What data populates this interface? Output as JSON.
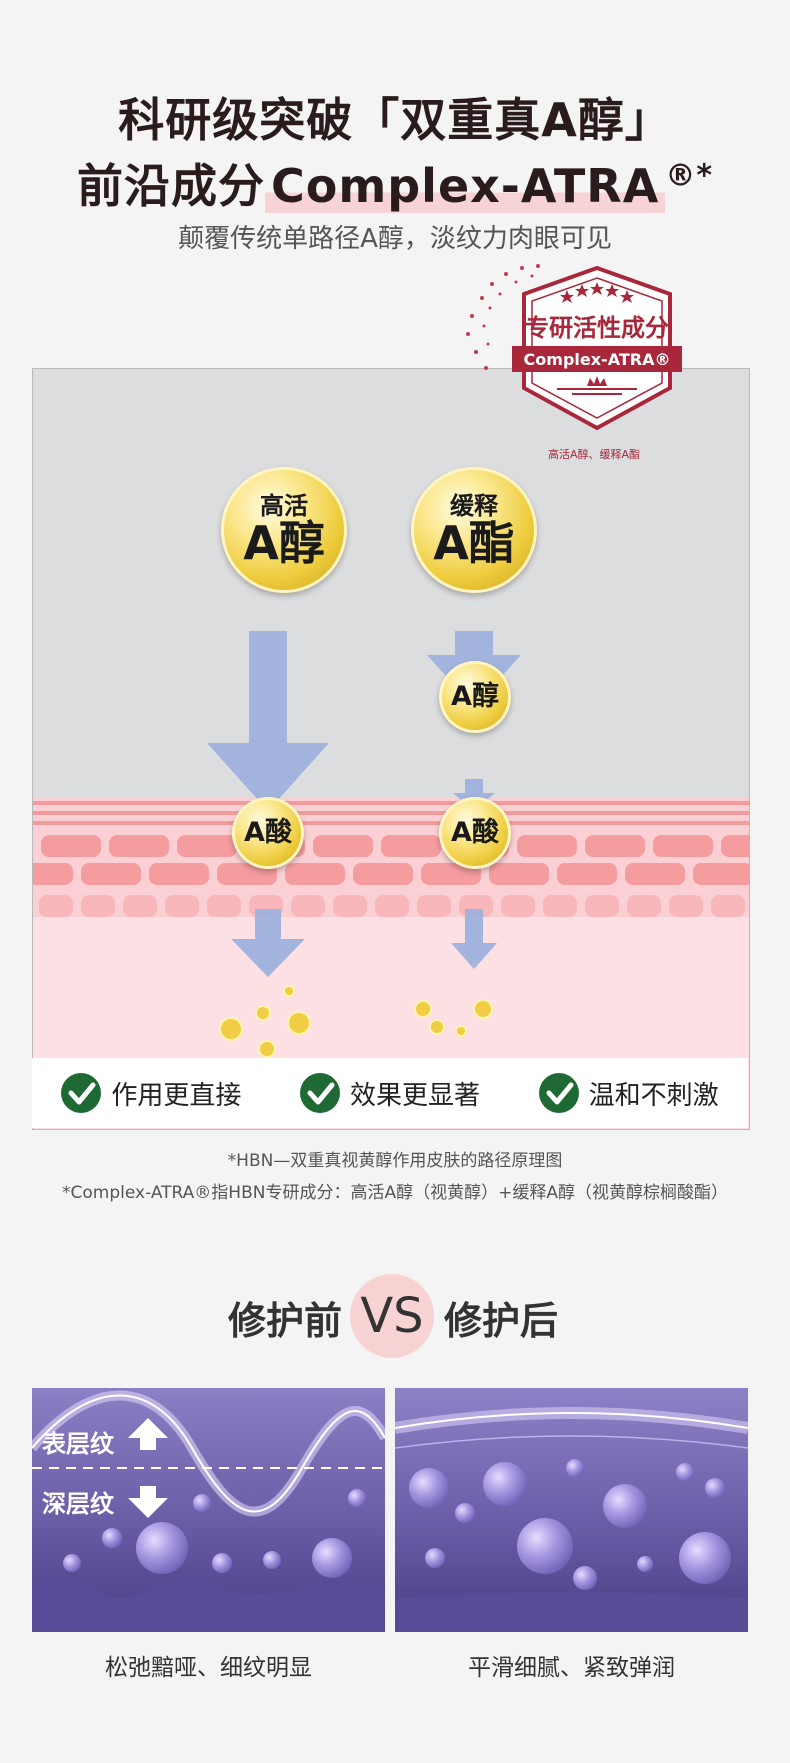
{
  "header": {
    "title_line1": "科研级突破「双重真A醇」",
    "title_line2_prefix": "前沿成分",
    "title_line2_highlight": "Complex-ATRA",
    "title_line2_suffix": "®*",
    "subtitle": "颠覆传统单路径A醇，淡纹力肉眼可见"
  },
  "badge": {
    "title": "专研活性成分",
    "ribbon": "Complex-ATRA®",
    "caption": "高活A醇、缓释A酯",
    "color": "#a9273a"
  },
  "diagram": {
    "coin_left_small": "高活",
    "coin_left_big": "A醇",
    "coin_right_small": "缓释",
    "coin_right_big": "A酯",
    "coin_mid": "A醇",
    "coin_acid_left": "A酸",
    "coin_acid_right": "A酸",
    "arrow_color": "#9eb1dd",
    "skin_color": "#f6a2a2"
  },
  "features": [
    {
      "label": "作用更直接"
    },
    {
      "label": "效果更显著"
    },
    {
      "label": "温和不刺激"
    }
  ],
  "notes": {
    "line1": "*HBN—双重真视黄醇作用皮肤的路径原理图",
    "line2": "*Complex-ATRA®指HBN专研成分：高活A醇（视黄醇）+缓释A醇（视黄醇棕榈酸酯）"
  },
  "comparison": {
    "before": "修护前",
    "vs": "VS",
    "after": "修护后",
    "left_label_top": "表层纹",
    "left_label_bottom": "深层纹",
    "left_caption": "松弛黯哑、细纹明显",
    "right_caption": "平滑细腻、紧致弹润"
  }
}
